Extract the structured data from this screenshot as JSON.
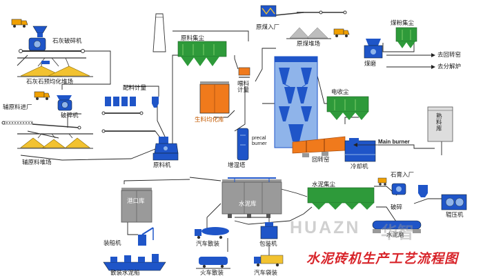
{
  "labels": {
    "limestone_crusher": "石灰破碎机",
    "limestone_homogenizing_yard": "石灰石预均化堆场",
    "auxiliary_material_in": "辅原料进厂",
    "crusher": "破碎机",
    "auxiliary_material_yard": "辅原料堆场",
    "batching_scale": "配料计量",
    "raw_mill": "原料机",
    "raw_dust_collector": "原料集尘",
    "feed_scale": "喂料\n计量",
    "raw_homogenizing_silo": "生料均化库",
    "humidifying_tower": "增湿塔",
    "precal_burner": "precal\nburner",
    "raw_coal_in": "原煤入厂",
    "coal_yard": "原煤堆场",
    "coal_dust_collector": "煤粉集尘",
    "coal_mill": "煤磨",
    "to_kiln": "去回转窑",
    "to_calciner": "去分解炉",
    "electrostatic_precipitator": "电收尘",
    "clinker_silo": "熟\n料\n库",
    "main_burner": "Main burner",
    "rotary_kiln": "回转窑",
    "cooler": "冷却机",
    "gypsum_in": "石膏入厂",
    "cement_dust": "水泥集尘",
    "crushing": "破碎",
    "roller_press": "辊压机",
    "cement_mill": "水泥磨",
    "port_silo": "港口库",
    "cement_silo": "水泥库",
    "ship_loader": "装船机",
    "truck_bulk": "汽车散装",
    "packer": "包装机",
    "bulk_cement_ship": "散装水泥船",
    "train_bulk": "火车散装",
    "truck_bagged": "汽车袋装",
    "brand": "HUAZN",
    "brand_cn": "华智",
    "caption": "水泥砖机生产工艺流程图"
  },
  "colors": {
    "green": "#2e9a3a",
    "green_light": "#7fcf6a",
    "blue": "#1f55c8",
    "blue_light": "#8fb4ea",
    "yellow": "#f2c230",
    "orange": "#f07a1c",
    "grey": "#9a9a9a",
    "caption_red": "#d8242a"
  }
}
